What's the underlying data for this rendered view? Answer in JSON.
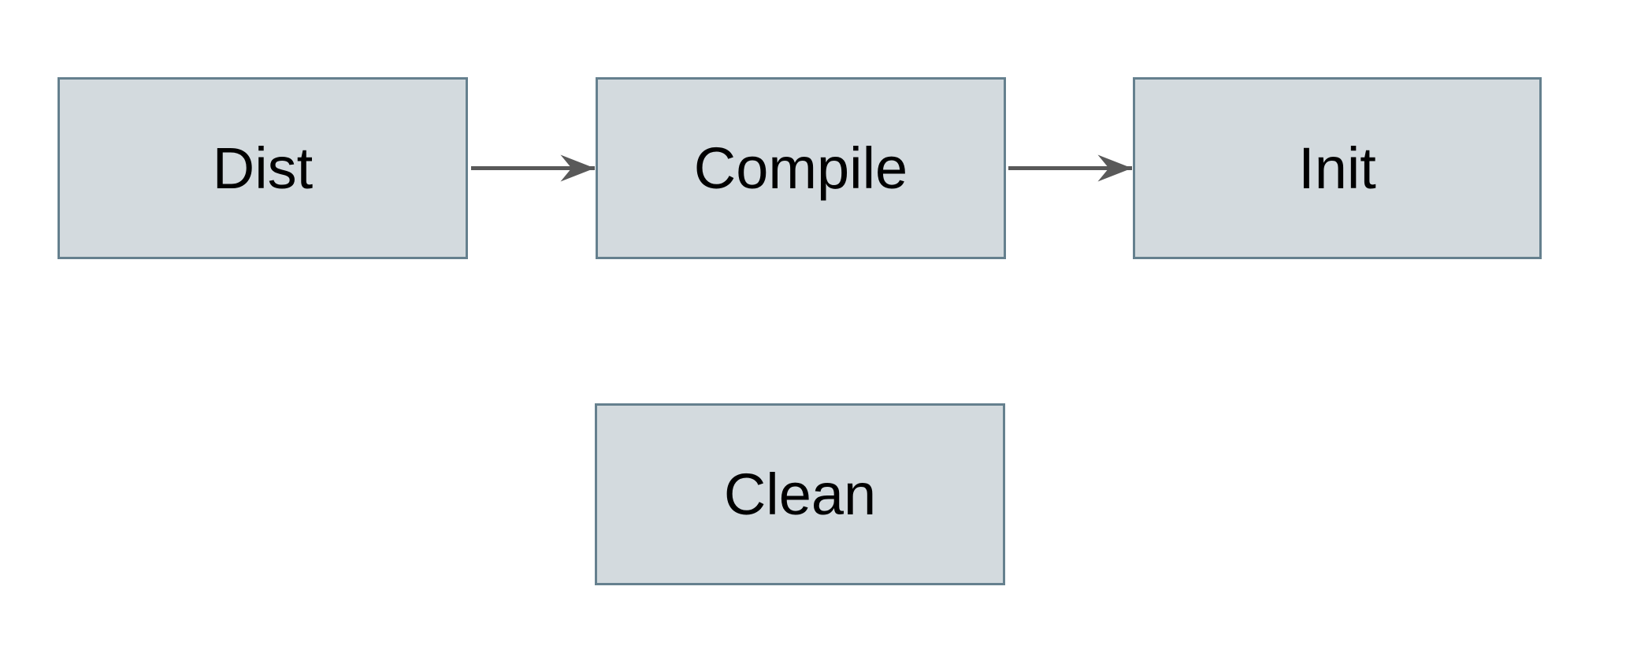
{
  "diagram": {
    "type": "flowchart",
    "colors": {
      "canvas_bg": "#ffffff",
      "node_fill": "#d3dade",
      "node_border": "#65808e",
      "arrow": "#595959",
      "text": "#000000"
    },
    "nodes": [
      {
        "id": "dist",
        "label": "Dist"
      },
      {
        "id": "compile",
        "label": "Compile"
      },
      {
        "id": "init",
        "label": "Init"
      },
      {
        "id": "clean",
        "label": "Clean"
      }
    ],
    "edges": [
      {
        "from": "dist",
        "to": "compile"
      },
      {
        "from": "compile",
        "to": "init"
      }
    ]
  }
}
